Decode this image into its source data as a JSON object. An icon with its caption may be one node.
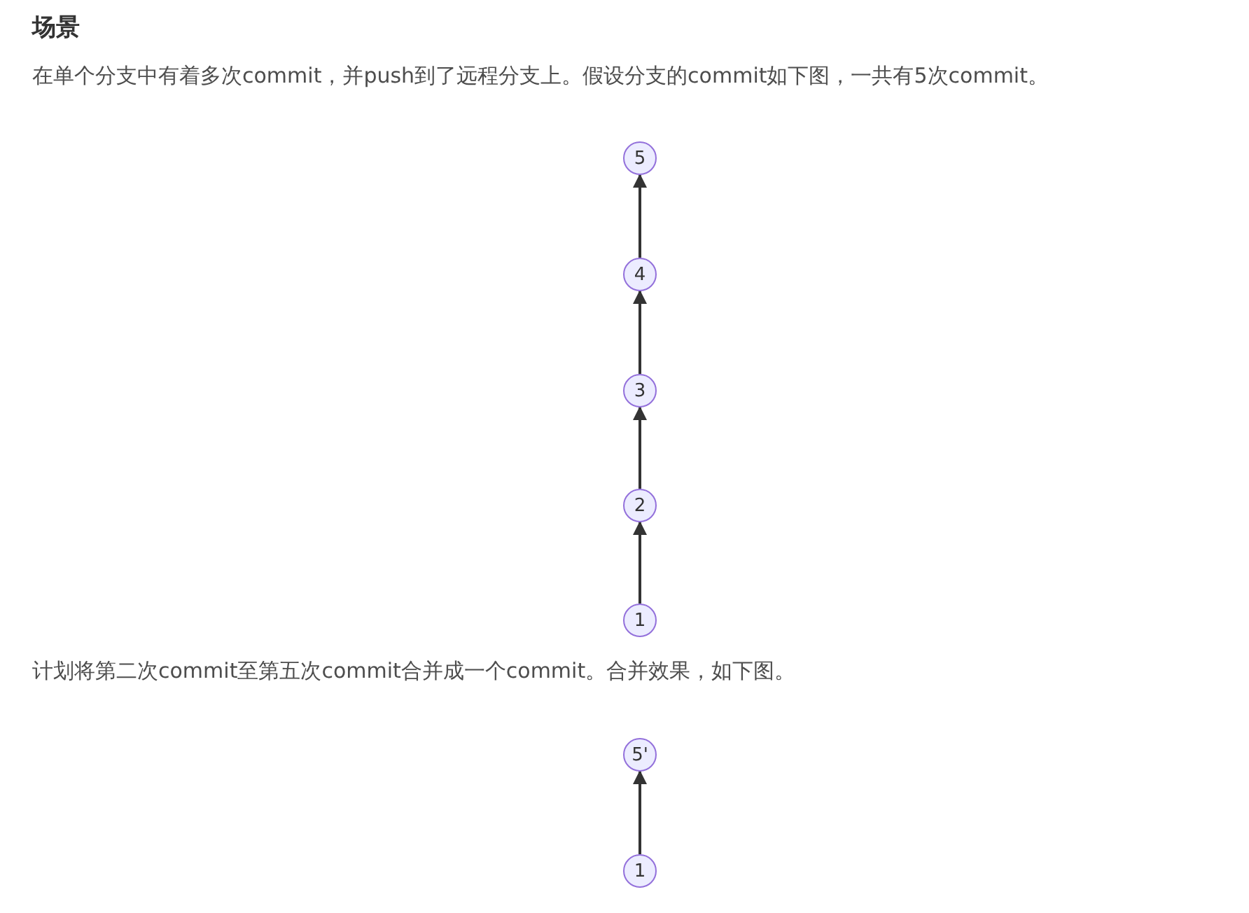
{
  "diagram": {
    "title": "场景",
    "nodes": [
      {
        "text": [
          "5"
        ]
      },
      {
        "text": [
          "4"
        ]
      },
      {
        "text": [
          "3"
        ]
      },
      {
        "text": [
          "2"
        ]
      },
      {
        "text": [
          "1"
        ]
      },
      {
        "text": [
          "5'"
        ]
      },
      {
        "text": [
          "1"
        ]
      }
    ],
    "edges": [
      {
        "from": 4,
        "to": 3,
        "arrow": "to"
      },
      {
        "from": 3,
        "to": 2,
        "arrow": "to"
      },
      {
        "from": 2,
        "to": 1,
        "arrow": "to"
      },
      {
        "from": 1,
        "to": 0,
        "arrow": "to"
      },
      {
        "from": 6,
        "to": 5,
        "arrow": "to"
      }
    ],
    "labels": [
      "在单个分支中有着多次commit，并push到了远程分支上。假设分支的commit如下图，一共有5次commit。",
      "计划将第二次commit至第五次commit合并成一个commit。合并效果，如下图。"
    ]
  }
}
